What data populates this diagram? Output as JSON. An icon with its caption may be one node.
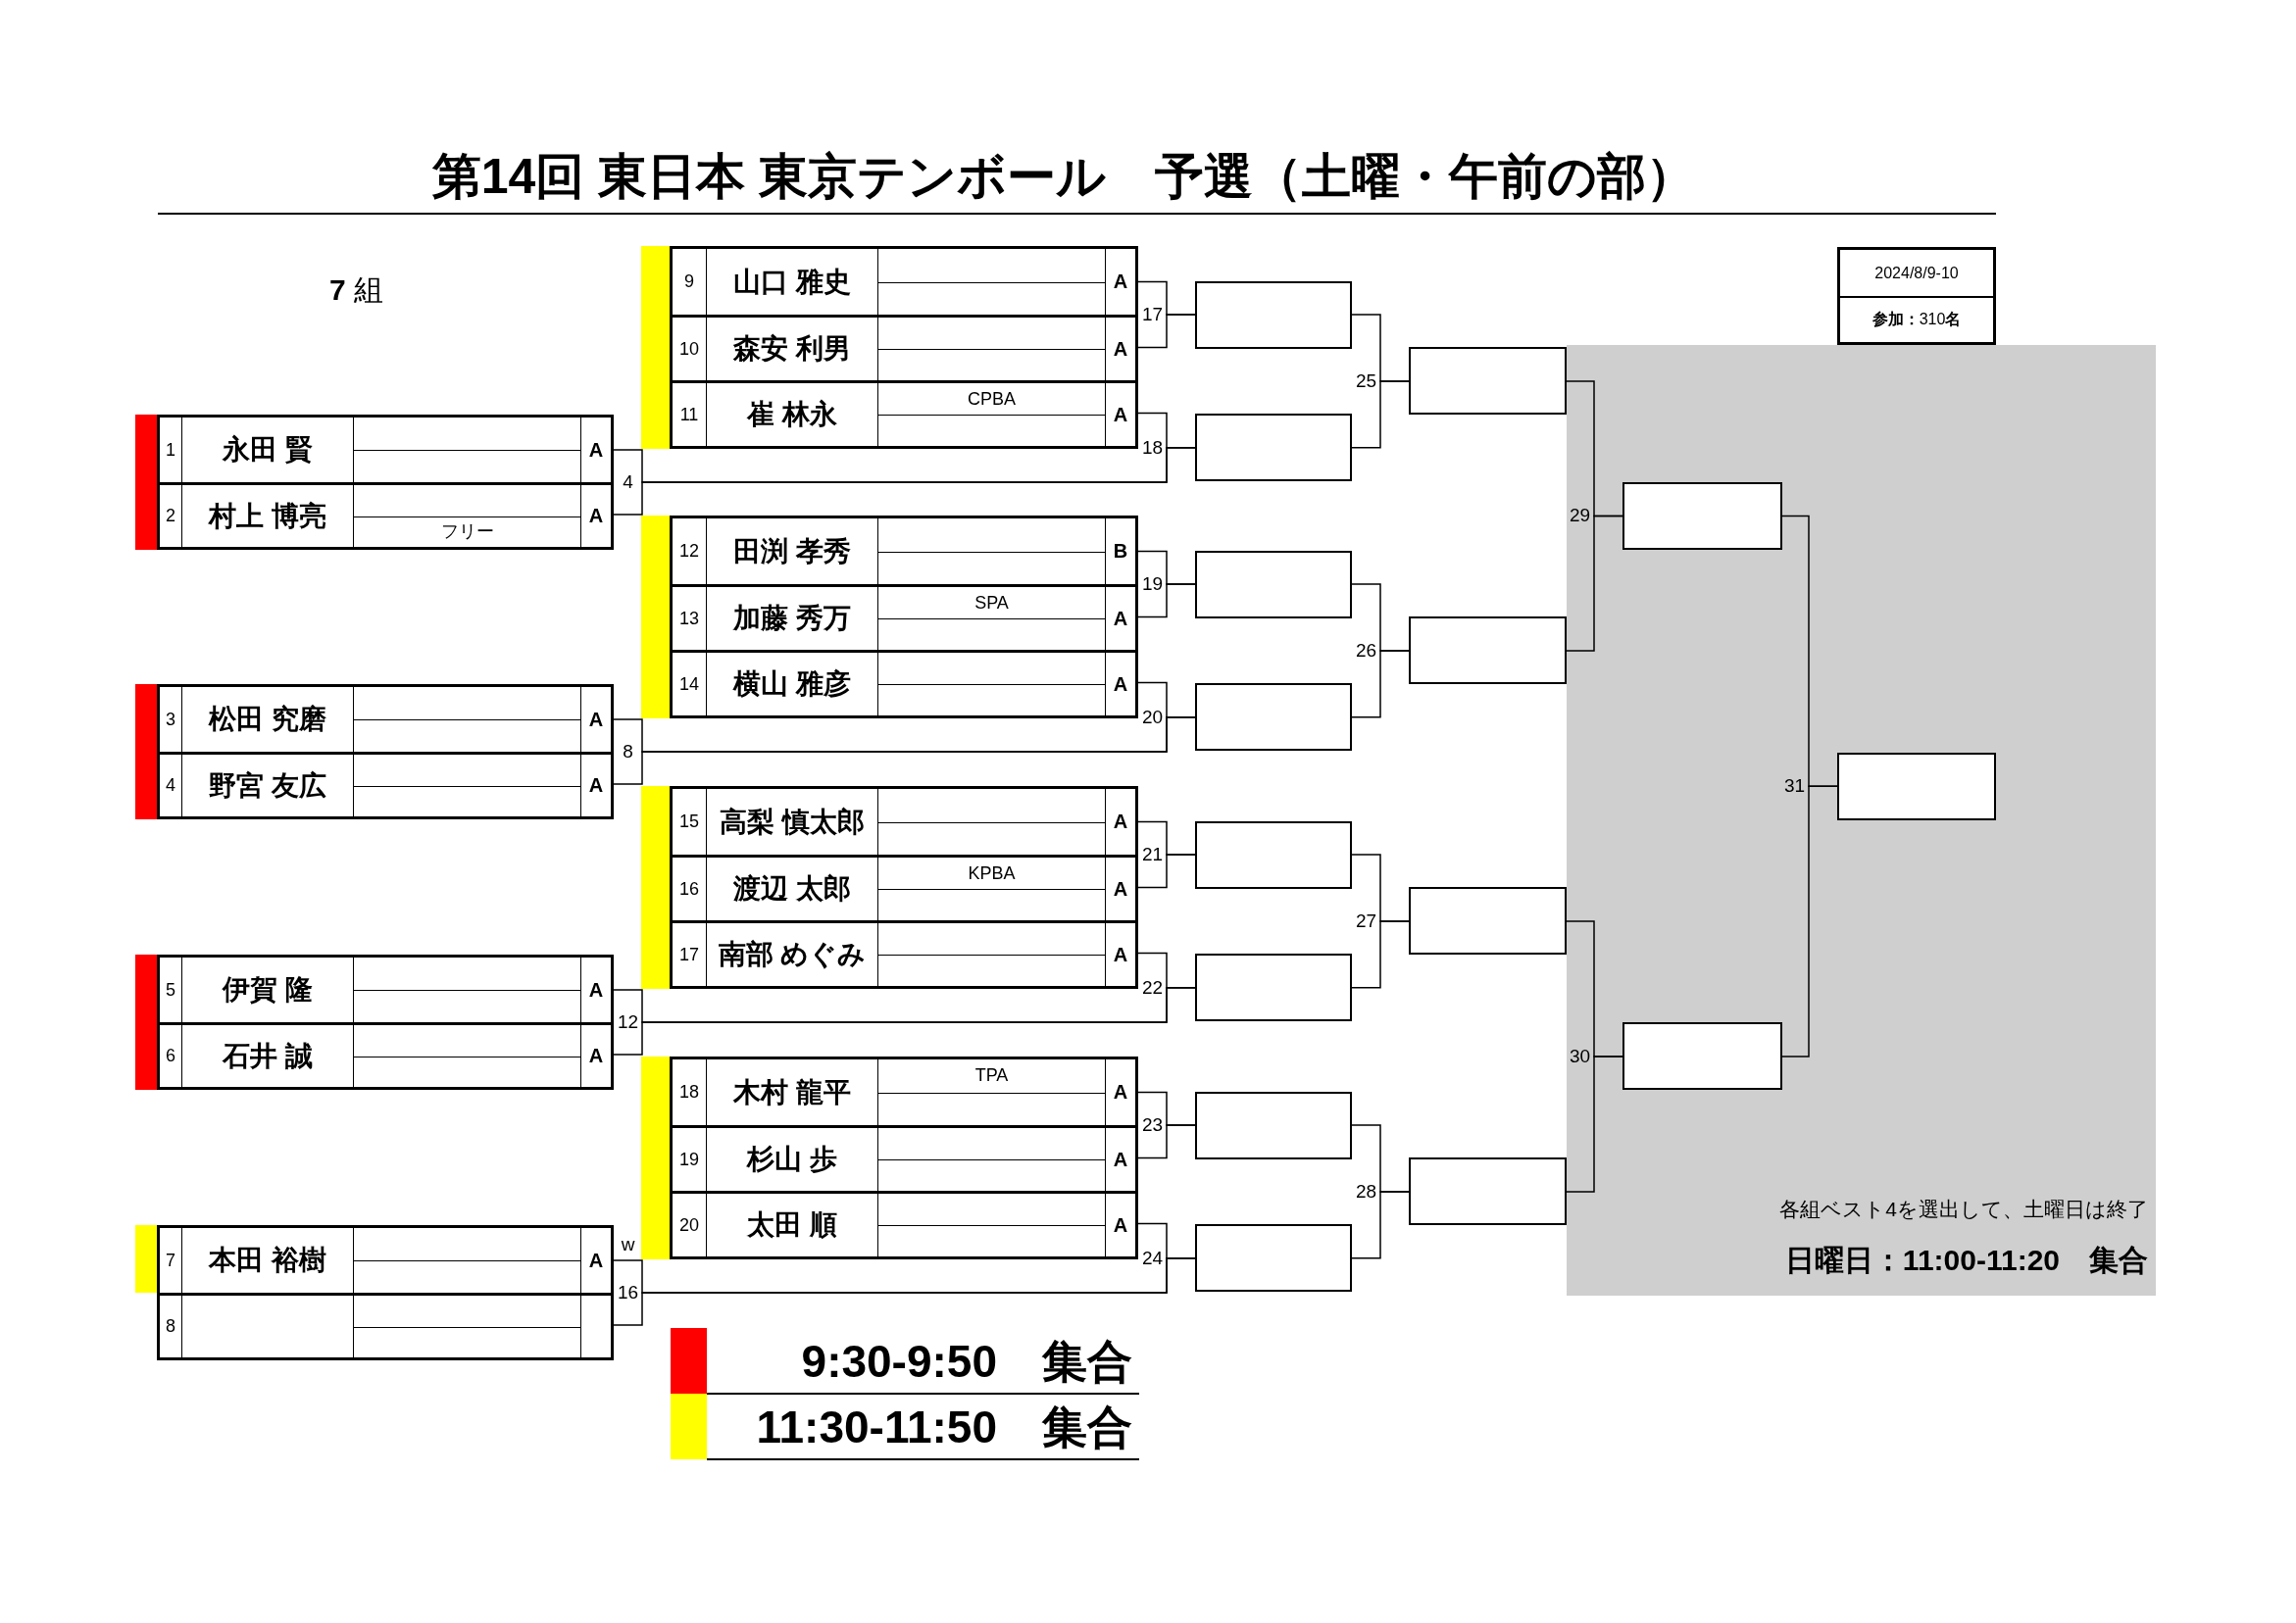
{
  "diagram": {
    "title": "第14回 東日本 東京テンボール　予選（土曜・午前の部）",
    "nodes": [
      {
        "text": [],
        "shape": "box"
      },
      {
        "text": [
          "1",
          "永田 賢",
          "A"
        ],
        "in": 0
      },
      {
        "text": [
          "2",
          "村上 博亮",
          "フリー",
          "A"
        ],
        "in": 0
      },
      {
        "text": [],
        "shape": "box"
      },
      {
        "text": [
          "3",
          "松田 究磨",
          "A"
        ],
        "in": 3
      },
      {
        "text": [
          "4",
          "野宮 友広",
          "A"
        ],
        "in": 3
      },
      {
        "text": [],
        "shape": "box"
      },
      {
        "text": [
          "5",
          "伊賀 隆",
          "A"
        ],
        "in": 6
      },
      {
        "text": [
          "6",
          "石井 誠",
          "A"
        ],
        "in": 6
      },
      {
        "text": [],
        "shape": "box"
      },
      {
        "text": [
          "7",
          "本田 裕樹",
          "A"
        ],
        "in": 9
      },
      {
        "text": [
          "8"
        ],
        "in": 9
      },
      {
        "text": [],
        "shape": "box"
      },
      {
        "text": [
          "9",
          "山口 雅史",
          "A"
        ],
        "in": 12
      },
      {
        "text": [
          "10",
          "森安 利男",
          "A"
        ],
        "in": 12
      },
      {
        "text": [
          "11",
          "崔 林永",
          "CPBA",
          "A"
        ],
        "in": 12
      },
      {
        "text": [],
        "shape": "box"
      },
      {
        "text": [
          "12",
          "田渕 孝秀",
          "B"
        ],
        "in": 16
      },
      {
        "text": [
          "13",
          "加藤 秀万",
          "SPA",
          "A"
        ],
        "in": 16
      },
      {
        "text": [
          "14",
          "横山 雅彦",
          "A"
        ],
        "in": 16
      },
      {
        "text": [],
        "shape": "box"
      },
      {
        "text": [
          "15",
          "高梨 慎太郎",
          "A"
        ],
        "in": 20
      },
      {
        "text": [
          "16",
          "渡辺 太郎",
          "KPBA",
          "A"
        ],
        "in": 20
      },
      {
        "text": [
          "17",
          "南部 めぐみ",
          "A"
        ],
        "in": 20
      },
      {
        "text": [],
        "shape": "box"
      },
      {
        "text": [
          "18",
          "木村 龍平",
          "TPA",
          "A"
        ],
        "in": 24
      },
      {
        "text": [
          "19",
          "杉山 歩",
          "A"
        ],
        "in": 24
      },
      {
        "text": [
          "20",
          "太田 順",
          "A"
        ],
        "in": 24
      },
      {
        "text": [],
        "shape": "box"
      },
      {
        "text": [],
        "shape": "box"
      },
      {
        "text": [],
        "shape": "box"
      },
      {
        "text": [],
        "shape": "box"
      },
      {
        "text": [],
        "shape": "box"
      },
      {
        "text": [],
        "shape": "box"
      },
      {
        "text": [],
        "shape": "box"
      },
      {
        "text": [],
        "shape": "box"
      },
      {
        "text": [],
        "shape": "box"
      },
      {
        "text": [],
        "shape": "box"
      },
      {
        "text": [],
        "shape": "box"
      },
      {
        "text": [],
        "shape": "box"
      },
      {
        "text": [
          "各組ベスト4を選出して、土曜日は終了",
          "日曜日：11:00-11:20　集合"
        ]
      },
      {
        "text": [],
        "shape": "box",
        "in": 40
      },
      {
        "text": [],
        "shape": "box",
        "in": 40
      },
      {
        "text": [],
        "shape": "box",
        "in": 40
      },
      {
        "text": [
          "2024/8/9-10",
          "**参加：**310**名**"
        ]
      }
    ],
    "edges": [
      {
        "from": 1,
        "to": 29,
        "arrow": "none",
        "label": "4"
      },
      {
        "from": 2,
        "to": 29,
        "arrow": "none"
      },
      {
        "from": 4,
        "to": 31,
        "arrow": "none",
        "label": "8"
      },
      {
        "from": 5,
        "to": 31,
        "arrow": "none"
      },
      {
        "from": 7,
        "to": 33,
        "arrow": "none",
        "label": "12"
      },
      {
        "from": 8,
        "to": 33,
        "arrow": "none"
      },
      {
        "from": 10,
        "to": 35,
        "arrow": "none",
        "label": "w"
      },
      {
        "from": 11,
        "to": 35,
        "arrow": "none",
        "label": "16"
      },
      {
        "from": 13,
        "to": 28,
        "arrow": "none",
        "label": "17"
      },
      {
        "from": 14,
        "to": 28,
        "arrow": "none"
      },
      {
        "from": 15,
        "to": 29,
        "arrow": "none",
        "label": "18"
      },
      {
        "from": 17,
        "to": 30,
        "arrow": "none",
        "label": "19"
      },
      {
        "from": 18,
        "to": 30,
        "arrow": "none"
      },
      {
        "from": 19,
        "to": 31,
        "arrow": "none",
        "label": "20"
      },
      {
        "from": 21,
        "to": 32,
        "arrow": "none",
        "label": "21"
      },
      {
        "from": 22,
        "to": 32,
        "arrow": "none"
      },
      {
        "from": 23,
        "to": 33,
        "arrow": "none",
        "label": "22"
      },
      {
        "from": 25,
        "to": 34,
        "arrow": "none",
        "label": "23"
      },
      {
        "from": 26,
        "to": 34,
        "arrow": "none"
      },
      {
        "from": 27,
        "to": 35,
        "arrow": "none",
        "label": "24"
      },
      {
        "from": 28,
        "to": 36,
        "arrow": "none",
        "label": "25"
      },
      {
        "from": 29,
        "to": 36,
        "arrow": "none"
      },
      {
        "from": 30,
        "to": 37,
        "arrow": "none",
        "label": "26"
      },
      {
        "from": 31,
        "to": 37,
        "arrow": "none"
      },
      {
        "from": 32,
        "to": 38,
        "arrow": "none",
        "label": "27"
      },
      {
        "from": 33,
        "to": 38,
        "arrow": "none"
      },
      {
        "from": 34,
        "to": 39,
        "arrow": "none",
        "label": "28"
      },
      {
        "from": 35,
        "to": 39,
        "arrow": "none"
      },
      {
        "from": 36,
        "to": 41,
        "arrow": "none",
        "label": "29"
      },
      {
        "from": 37,
        "to": 41,
        "arrow": "none"
      },
      {
        "from": 38,
        "to": 42,
        "arrow": "none",
        "label": "30"
      },
      {
        "from": 39,
        "to": 42,
        "arrow": "none"
      },
      {
        "from": 41,
        "to": 43,
        "arrow": "none",
        "label": "31"
      },
      {
        "from": 42,
        "to": 43,
        "arrow": "none"
      }
    ],
    "labels": [
      "**7** 組"
    ],
    "legend": [
      {
        "text": "9:30-9:50　集合",
        "color": "#ff0000"
      },
      {
        "text": "11:30-11:50　集合",
        "color": "#ffff00"
      }
    ]
  }
}
